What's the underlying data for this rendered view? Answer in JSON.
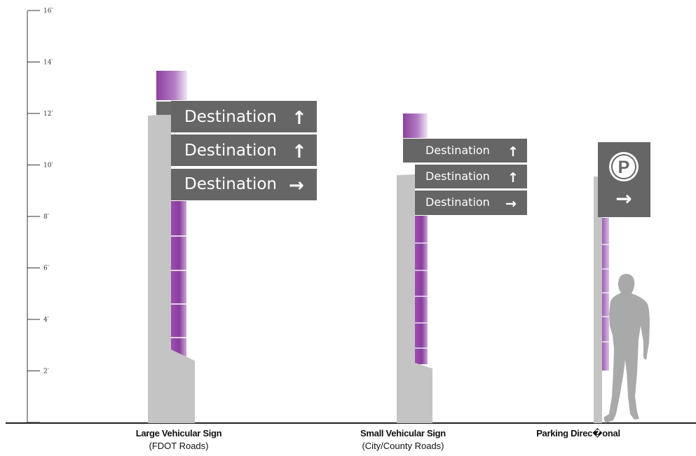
{
  "scale": {
    "unit": "feet",
    "ticks": [
      "2′",
      "4′",
      "6′",
      "8′",
      "10′",
      "12′",
      "14′",
      "16′"
    ]
  },
  "colors": {
    "post_gray": "#c4c4c4",
    "panel_gray": "#666666",
    "accent_purple": "#8e3fa0",
    "white": "#ffffff",
    "person_gray": "#a9a9a9"
  },
  "signs": [
    {
      "id": "large",
      "title": "Large Vehicular Sign",
      "subtitle": "(FDOT Roads)",
      "panels": [
        {
          "text": "Destination",
          "arrow": "↑"
        },
        {
          "text": "Destination",
          "arrow": "↑"
        },
        {
          "text": "Destination",
          "arrow": "→"
        }
      ]
    },
    {
      "id": "small",
      "title": "Small Vehicular Sign",
      "subtitle": "(City/County Roads)",
      "panels": [
        {
          "text": "Destination",
          "arrow": "↑"
        },
        {
          "text": "Destination",
          "arrow": "↑"
        },
        {
          "text": "Destination",
          "arrow": "→"
        }
      ]
    },
    {
      "id": "parking",
      "title": "Parking Direc�onal",
      "subtitle": "",
      "symbol": "P",
      "arrow": "→"
    }
  ],
  "icons": [
    "parking-p-icon",
    "arrow-up-icon",
    "arrow-right-icon",
    "person-silhouette-icon"
  ]
}
